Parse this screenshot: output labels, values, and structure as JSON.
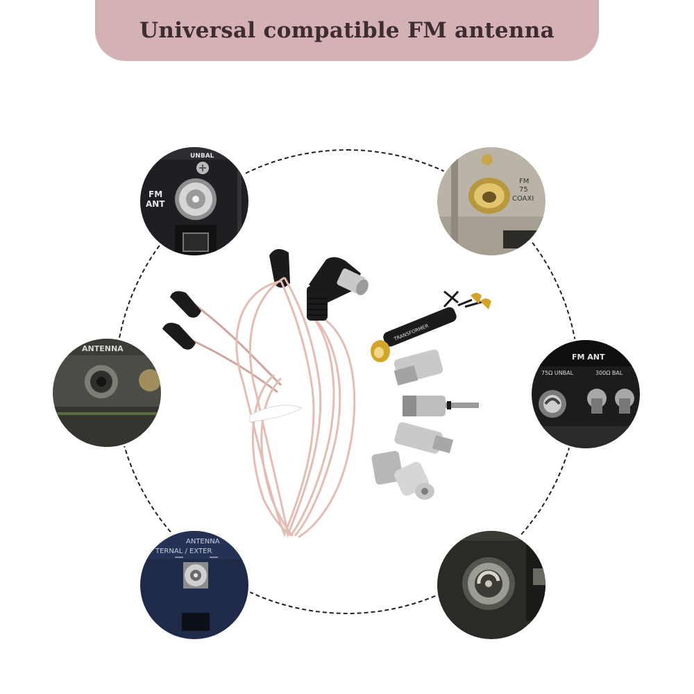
{
  "banner": {
    "title": "Universal compatible FM antenna"
  },
  "ports": {
    "top_left": {
      "label_unbal": "UNBAL",
      "label_fm": "FM",
      "label_ant": "ANT"
    },
    "top_right": {
      "label_f": "FM",
      "label_75": "75",
      "label_coax": "COAXI"
    },
    "mid_left": {
      "label_antenna": "ANTENNA"
    },
    "mid_right": {
      "label_fm_ant": "FM ANT",
      "label_75": "75Ω UNBAL",
      "label_300": "300Ω BAL"
    },
    "bottom_left": {
      "label_antenna": "ANTENNA",
      "label_ext": "TERNAL / EXTER"
    }
  },
  "product": {
    "balun_text": "TRANSFORMER"
  },
  "colors": {
    "banner_bg": "#d4b1b4",
    "banner_text": "#3d2d30",
    "ring": "#222222",
    "cable": "#e9c7c0",
    "cable_shadow": "#cfa59d",
    "black_part": "#1b1b1b",
    "silver": "#c9c9c9",
    "gold": "#d2a52a"
  }
}
